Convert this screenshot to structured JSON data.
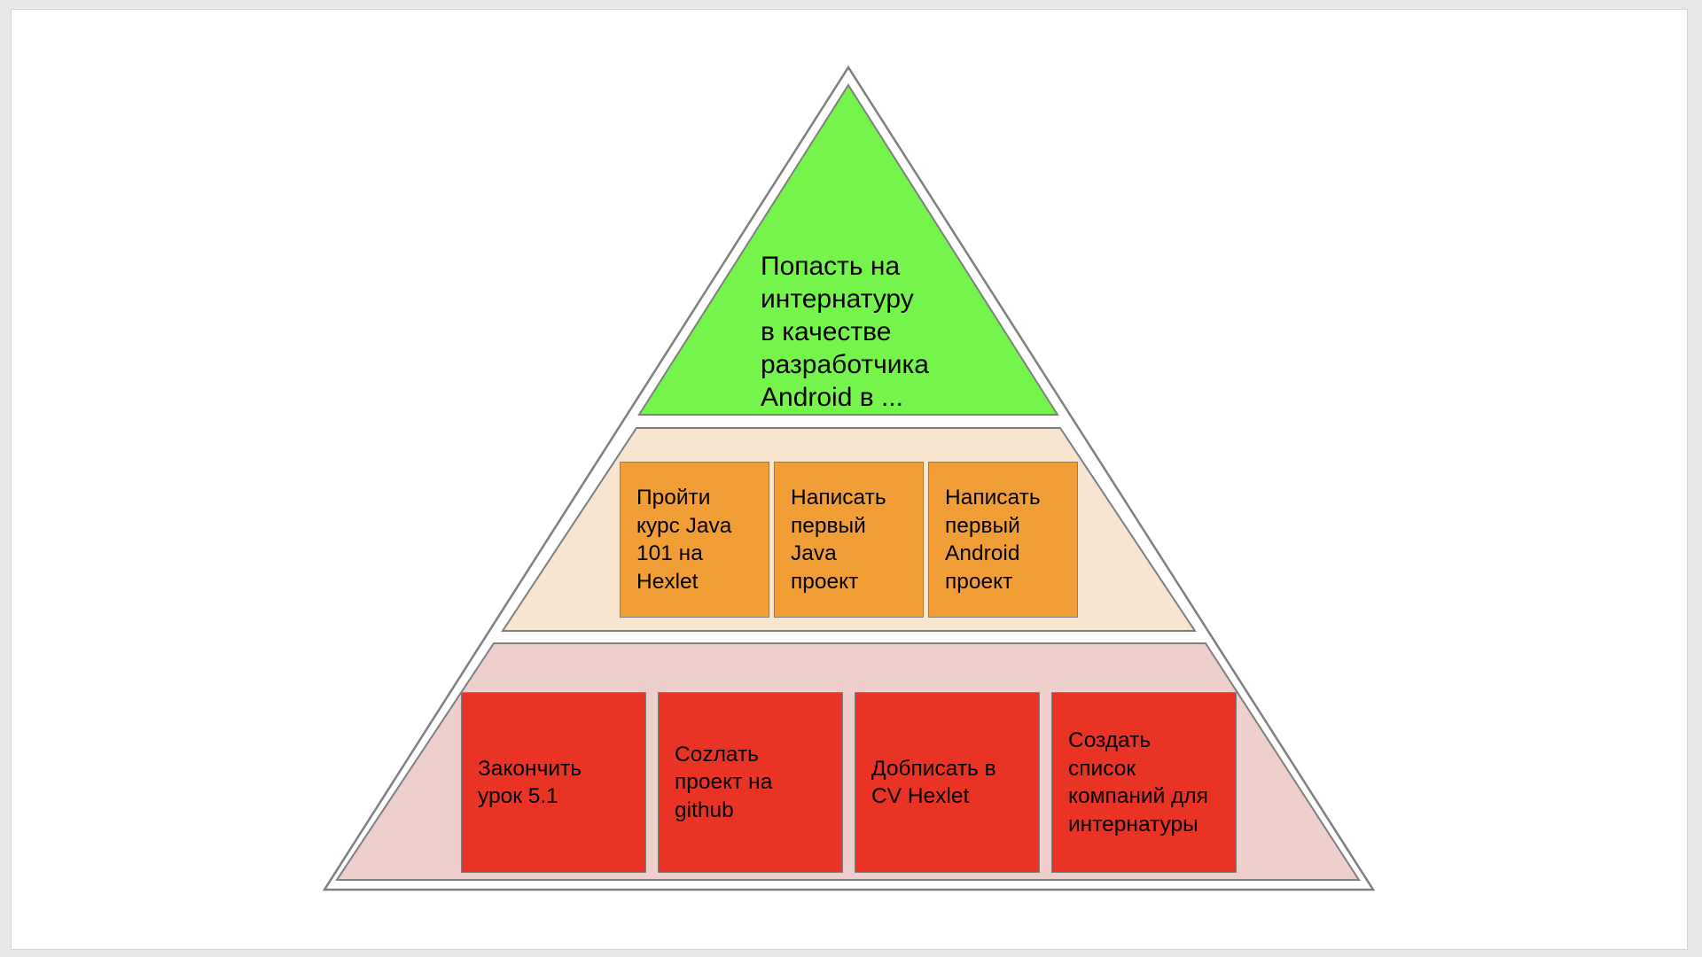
{
  "colors": {
    "top_tier": "#75f54b",
    "middle_tier": "#f7e5d0",
    "bottom_tier": "#efcfcc",
    "middle_boxes": "#f19e37",
    "bottom_boxes": "#e83325",
    "outline": "#7f7f7f"
  },
  "pyramid": {
    "top": {
      "text": "Попасть на\nинтернатуру\nв качестве\nразработчика\nAndroid в ..."
    },
    "middle": {
      "boxes": [
        {
          "text": "Пройти\nкурс Java\n101 на\nHexlet"
        },
        {
          "text": "Написать\nпервый\nJava\nпроект"
        },
        {
          "text": "Написать\nпервый\nAndroid\nпроект"
        }
      ]
    },
    "bottom": {
      "boxes": [
        {
          "text": "Закончить\nурок 5.1"
        },
        {
          "text": "Сozлать\nпроект на\ngithub"
        },
        {
          "text": "Добписать в\nCV Hexlet"
        },
        {
          "text": "Создать\nсписок\nкомпаний для\nинтернатуры"
        }
      ]
    }
  }
}
